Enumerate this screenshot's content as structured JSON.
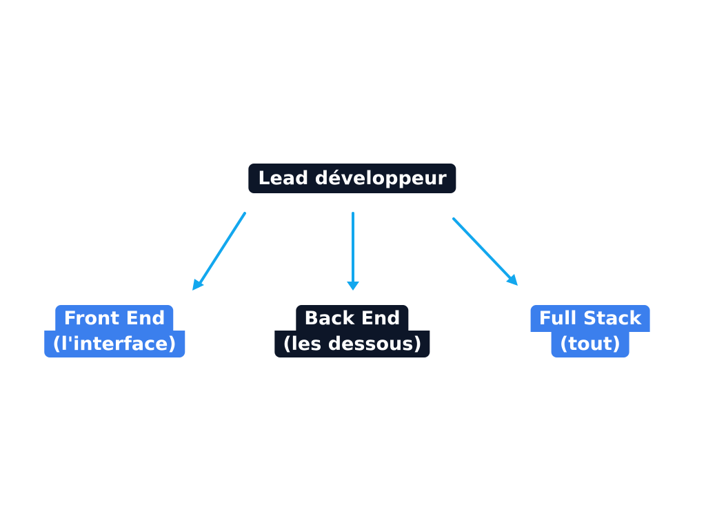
{
  "diagram": {
    "root": {
      "lines": [
        "Lead développeur"
      ],
      "color": "#0d1628"
    },
    "children": [
      {
        "lines": [
          "Front End",
          "(l'interface)"
        ],
        "color": "#3b7fed"
      },
      {
        "lines": [
          "Back End",
          "(les dessous)"
        ],
        "color": "#0d1628"
      },
      {
        "lines": [
          "Full Stack",
          "(tout)"
        ],
        "color": "#3b7fed"
      }
    ],
    "arrow_color": "#12a7ee"
  }
}
